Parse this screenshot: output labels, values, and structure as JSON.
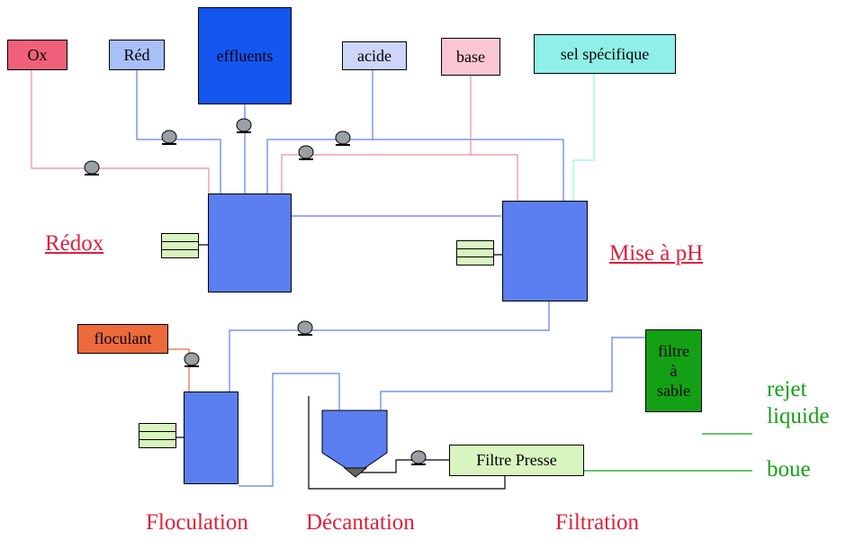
{
  "reagents": {
    "ox": "Ox",
    "red": "Réd",
    "effluents": "effluents",
    "acide": "acide",
    "base": "base",
    "sel": "sel spécifique",
    "floculant": "floculant"
  },
  "equipment": {
    "filtre_presse": "Filtre Presse",
    "filtre_sable": "filtre\nà\nsable"
  },
  "steps": {
    "redox": "Rédox",
    "mise_ph": "Mise à pH",
    "floculation": "Floculation",
    "decantation": "Décantation",
    "filtration": "Filtration"
  },
  "outputs": {
    "rejet": "rejet\nliquide",
    "boue": "boue"
  },
  "colors": {
    "ox": "#f0607a",
    "red": "#a8c0f8",
    "effluents": "#1456f0",
    "acide": "#cdd6f8",
    "base": "#fbc6d4",
    "sel": "#8ff0e8",
    "floculant": "#ec6a3c",
    "tank": "#5b7ff0",
    "filtre_presse": "#d8f5c0",
    "filtre_sable": "#14a014",
    "pipe_blue": "#5b7ff0",
    "pipe_pink": "#f08a9c",
    "pipe_cyan": "#8ff0e8",
    "pipe_orange": "#ec6a3c",
    "pipe_green": "#14a014"
  }
}
